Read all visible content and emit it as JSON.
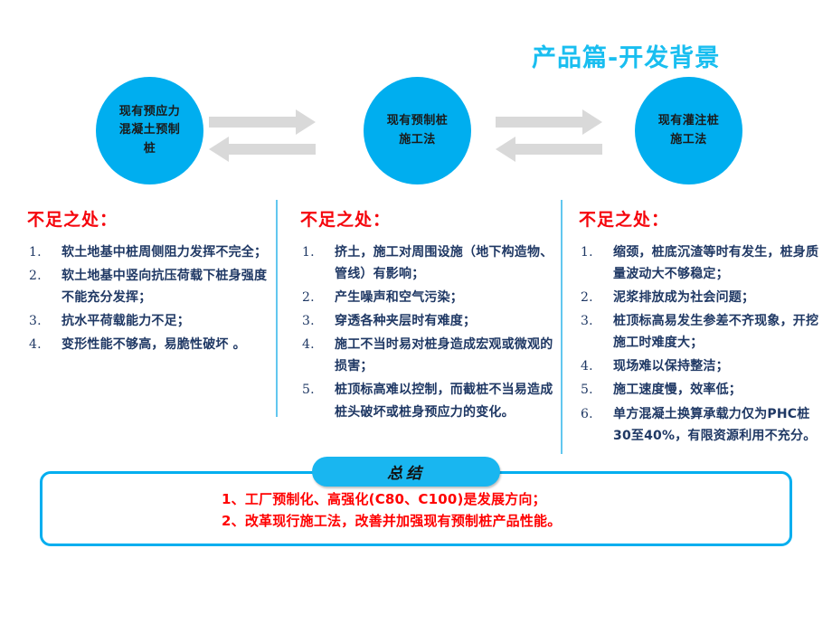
{
  "slide": {
    "title": "产品篇-开发背景",
    "title_color": "#19bef0",
    "background": "#ffffff"
  },
  "flow": {
    "circle_color": "#00aeef",
    "arrow_color": "#d9d9d9",
    "nodes": [
      {
        "id": "node-1",
        "label": "现有预应力\n混凝土预制\n桩"
      },
      {
        "id": "node-2",
        "label": "现有预制桩\n施工法"
      },
      {
        "id": "node-3",
        "label": "现有灌注桩\n施工法"
      }
    ],
    "arrows": [
      {
        "id": "arrow-1",
        "direction": "bidirectional"
      },
      {
        "id": "arrow-2",
        "direction": "bidirectional"
      }
    ]
  },
  "columns": [
    {
      "id": "column-1",
      "heading": "不足之处：",
      "heading_color": "#f5050c",
      "items": [
        "软土地基中桩周侧阻力发挥不完全；",
        "软土地基中竖向抗压荷载下桩身强度不能充分发挥；",
        "抗水平荷载能力不足；",
        "变形性能不够高，易脆性破坏 。"
      ]
    },
    {
      "id": "column-2",
      "heading": "不足之处：",
      "heading_color": "#f5050c",
      "items": [
        "挤土，施工对周围设施（地下构造物、管线）有影响；",
        "产生噪声和空气污染；",
        "穿透各种夹层时有难度；",
        "施工不当时易对桩身造成宏观或微观的损害；",
        "桩顶标高难以控制，而截桩不当易造成桩头破坏或桩身预应力的变化。"
      ]
    },
    {
      "id": "column-3",
      "heading": "不足之处：",
      "heading_color": "#f5050c",
      "items": [
        "缩颈，桩底沉渣等时有发生，桩身质量波动大不够稳定；",
        "泥浆排放成为社会问题；",
        "桩顶标高易发生参差不齐现象，开挖施工时难度大；",
        "现场难以保持整洁；",
        "施工速度慢，效率低；",
        "单方混凝土换算承载力仅为PHC桩30至40%，有限资源利用不充分。"
      ]
    }
  ],
  "summary": {
    "pill_label": "总结",
    "pill_color": "#19b6f0",
    "border_color": "#00aeef",
    "text_color": "#ff0000",
    "lines": [
      "1、工厂预制化、高强化(C80、C100)是发展方向；",
      "2、改革现行施工法，改善并加强现有预制桩产品性能。"
    ]
  }
}
